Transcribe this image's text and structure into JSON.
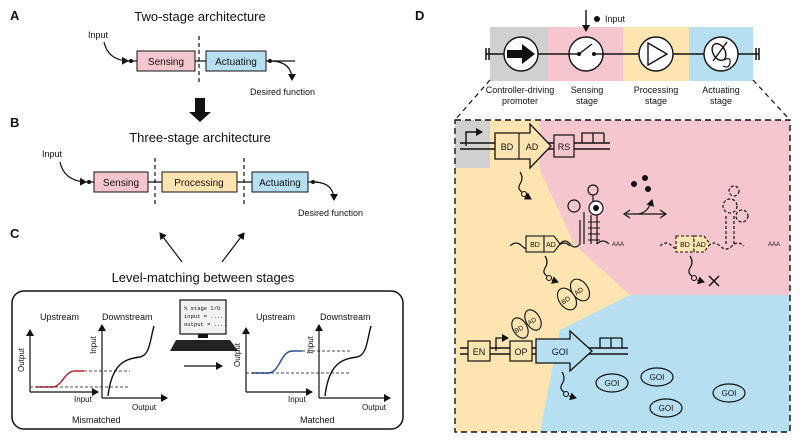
{
  "colors": {
    "sensing": "#f5c6cd",
    "processing": "#fde4b0",
    "actuating": "#b6e0f2",
    "promoter": "#d0d0d0",
    "upstream_curve": "#c0282d",
    "matched_curve": "#2b4f9a"
  },
  "panelA": {
    "label": "A",
    "title": "Two-stage architecture",
    "input": "Input",
    "sensing": "Sensing",
    "actuating": "Actuating",
    "output": "Desired function"
  },
  "panelB": {
    "label": "B",
    "title": "Three-stage architecture",
    "input": "Input",
    "sensing": "Sensing",
    "processing": "Processing",
    "actuating": "Actuating",
    "output": "Desired function"
  },
  "panelC": {
    "label": "C",
    "title": "Level-matching between stages",
    "left_upstream": "Upstream",
    "left_downstream": "Downstream",
    "right_upstream": "Upstream",
    "right_downstream": "Downstream",
    "axis_output": "Output",
    "axis_input": "Input",
    "mismatched": "Mismatched",
    "matched": "Matched",
    "code_line1": "% stage I/O",
    "code_line2": "input = ....",
    "code_line3": "output = ...."
  },
  "panelD": {
    "label": "D",
    "input": "Input",
    "stage_promoter_l1": "Controller-driving",
    "stage_promoter_l2": "promoter",
    "stage_sensing_l1": "Sensing",
    "stage_sensing_l2": "stage",
    "stage_processing_l1": "Processing",
    "stage_processing_l2": "stage",
    "stage_actuating_l1": "Actuating",
    "stage_actuating_l2": "stage",
    "bd": "BD",
    "ad": "AD",
    "rs": "RS",
    "aaa": "AAA",
    "en": "EN",
    "op": "OP",
    "goi": "GOI"
  }
}
